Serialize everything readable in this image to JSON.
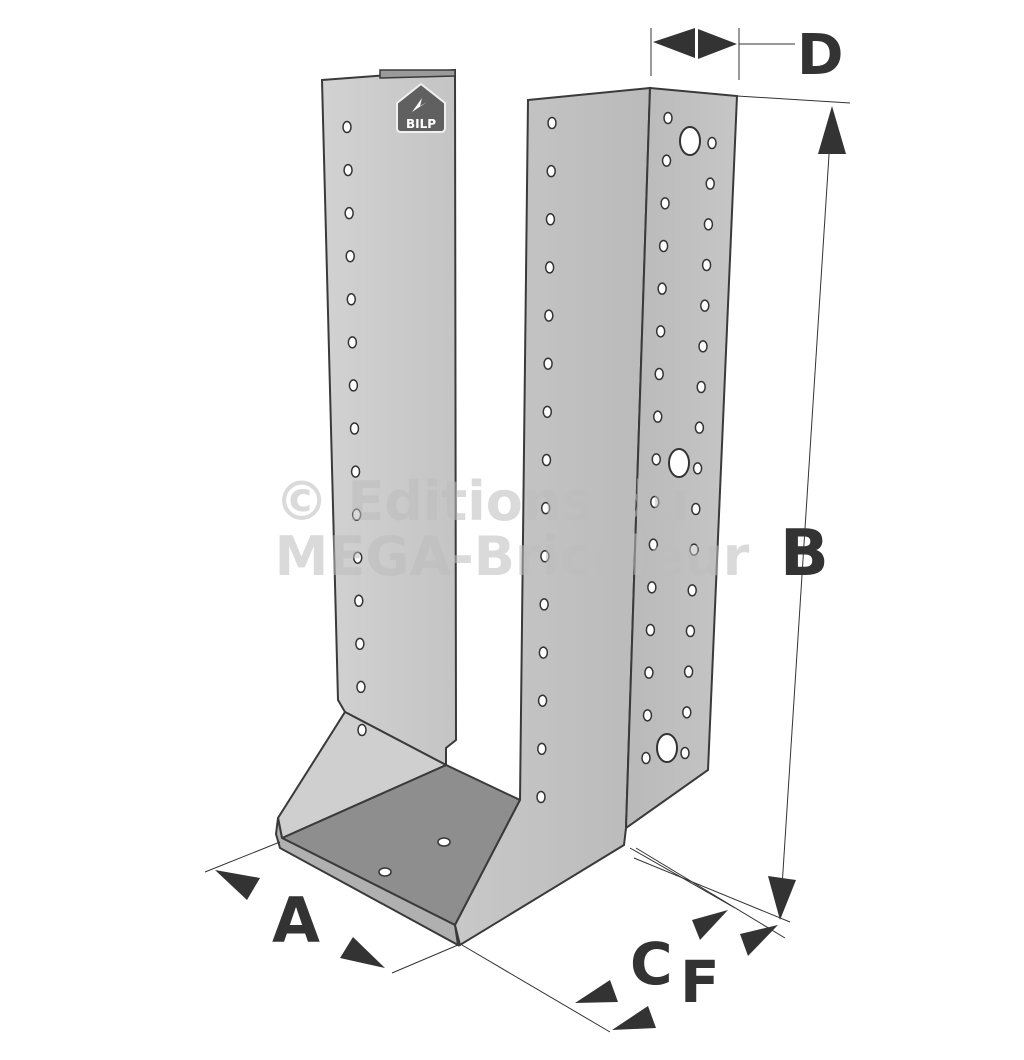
{
  "dimensions": {
    "A": "A",
    "B": "B",
    "C": "C",
    "D": "D",
    "F": "F"
  },
  "logo": "BILP",
  "watermark": {
    "line1": "© Editions du",
    "line2": "MEGA-Bricoleur"
  },
  "colors": {
    "metal_light": "#c9c9c9",
    "metal_mid": "#bdbdbd",
    "metal_dark": "#8c8c8c",
    "edge": "#3a3a3a",
    "arrow": "#333333"
  }
}
